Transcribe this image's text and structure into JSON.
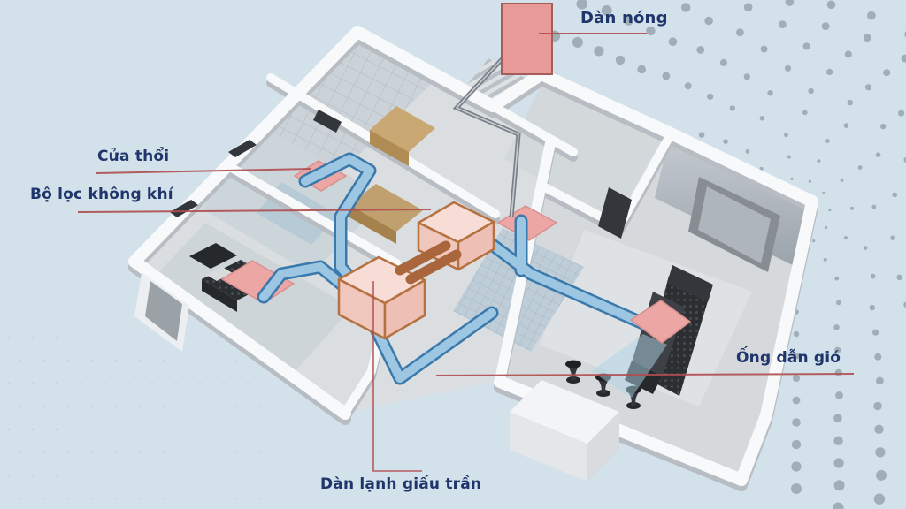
{
  "diagram": {
    "kind": "hvac-concealed-duct-air-conditioning-apartment-cutaway",
    "annotations": [
      {
        "id": "dan_nong",
        "text": "Dàn nóng",
        "target": "outdoor-unit"
      },
      {
        "id": "cua_thoi",
        "text": "Cửa thổi",
        "target": "supply-air-grille"
      },
      {
        "id": "bo_loc_khong_khi",
        "text": "Bộ lọc không khí",
        "target": "ceiling-unit-air-filter"
      },
      {
        "id": "ong_dan_gio",
        "text": "Ống dẫn gió",
        "target": "air-duct"
      },
      {
        "id": "dan_lanh_giau_tran",
        "text": "Dàn lạnh giấu trần",
        "target": "concealed-ceiling-indoor-unit"
      }
    ]
  },
  "colors": {
    "bg": "#d3e1ea",
    "label_text": "#20356b",
    "leader": "#b04c50",
    "duct_fill": "#9cc6e2",
    "duct_outline": "#3a79ab",
    "unit_pink_top": "#f7ddd6",
    "unit_pink_side": "#f0c7bd",
    "unit_outline": "#b5713f",
    "vent_pink": "#eca7a4",
    "outdoor_unit": "#e89a98",
    "pipe_brown": "#a9663c",
    "pipe_gray": "#798088",
    "wall_white": "#f7f9fa",
    "wall_gray": "#b7bdc3",
    "dots": "#8e9ca6",
    "dots_faint": "#b6c9d6",
    "air_cone": "#aed4e6"
  }
}
